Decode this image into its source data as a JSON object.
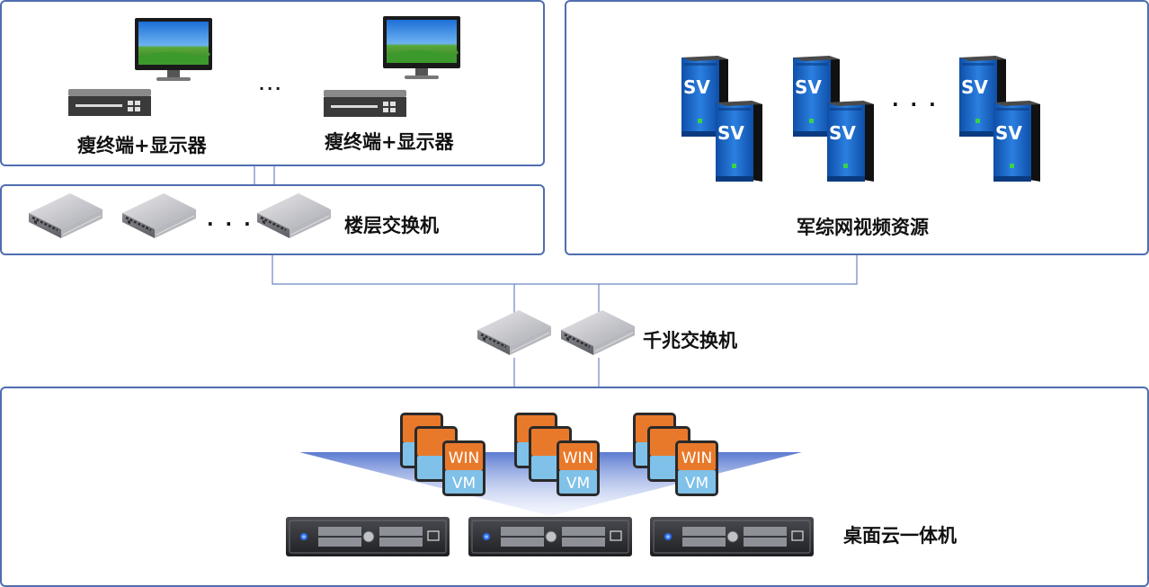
{
  "terminal_group": {
    "terminal_label_1": "瘦终端+显示器",
    "terminal_label_2": "瘦终端+显示器",
    "ellipsis": "..."
  },
  "floor_switch_group": {
    "label": "楼层交换机",
    "ellipsis": "· · ·"
  },
  "video_resources": {
    "label": "军综网视频资源",
    "server_text": "SV",
    "ellipsis": "· · ·"
  },
  "gigabit_switch": {
    "label": "千兆交换机"
  },
  "desktop_cloud": {
    "label": "桌面云一体机",
    "vm_win_text": "WIN",
    "vm_vm_text": "VM"
  },
  "colors": {
    "border": "#4f6eb0",
    "line": "#6b86c4",
    "server_blue": "#1f66c9",
    "vm_orange": "#e9792a",
    "vm_lightblue": "#7fc1e8"
  }
}
